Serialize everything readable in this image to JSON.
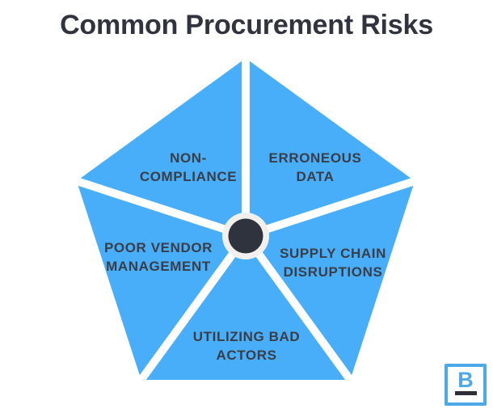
{
  "title": "Common Procurement Risks",
  "diagram": {
    "type": "pentagon-segmented",
    "description": "Pentagon split into five triangular segments radiating from a central dark circle",
    "segments": [
      {
        "id": "non-compliance",
        "lines": [
          "NON-",
          "COMPLIANCE"
        ]
      },
      {
        "id": "erroneous-data",
        "lines": [
          "ERRONEOUS",
          "DATA"
        ]
      },
      {
        "id": "supply-chain-disruptions",
        "lines": [
          "SUPPLY CHAIN",
          "DISRUPTIONS"
        ]
      },
      {
        "id": "utilizing-bad-actors",
        "lines": [
          "UTILIZING BAD",
          "ACTORS"
        ]
      },
      {
        "id": "poor-vendor-management",
        "lines": [
          "POOR VENDOR",
          "MANAGEMENT"
        ]
      }
    ]
  },
  "logo": {
    "letter": "B"
  },
  "colors": {
    "segment_blue": "#48aefa",
    "title_text": "#31343f",
    "label_text": "#3a3d45",
    "center_ring": "#f1f0ed",
    "center_dot": "#2f333e",
    "logo_blue": "#4fa8e6",
    "logo_bar": "#2c2f39",
    "background": "#ffffff"
  }
}
